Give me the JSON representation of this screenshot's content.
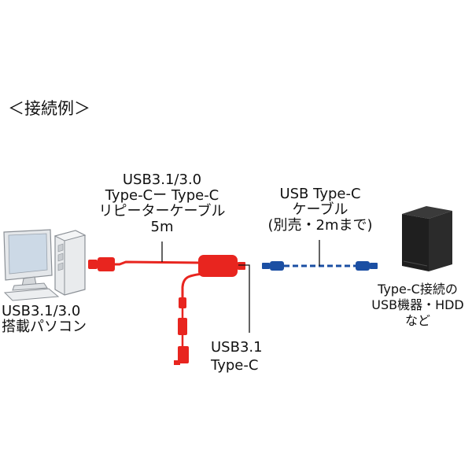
{
  "heading": "＜接続例＞",
  "main_cable": {
    "lines": [
      "USB3.1/3.0",
      "Type-Cー Type-C",
      "リピーターケーブル",
      "5m"
    ]
  },
  "usbc_cable": {
    "lines": [
      "USB Type-C",
      "ケーブル",
      "(別売・2mまで)"
    ]
  },
  "pc": {
    "lines": [
      "USB3.1/3.0",
      "搭載パソコン"
    ]
  },
  "port": {
    "lines": [
      "USB3.1",
      "Type-C"
    ]
  },
  "device": {
    "lines": [
      "Type-C接続の",
      "USB機器・HDD",
      "など"
    ]
  },
  "colors": {
    "repeater_cable": "#e8251f",
    "usbc_cable": "#1b4fa3",
    "device": "#1f1f1f",
    "pc": "#e6e8ea"
  }
}
